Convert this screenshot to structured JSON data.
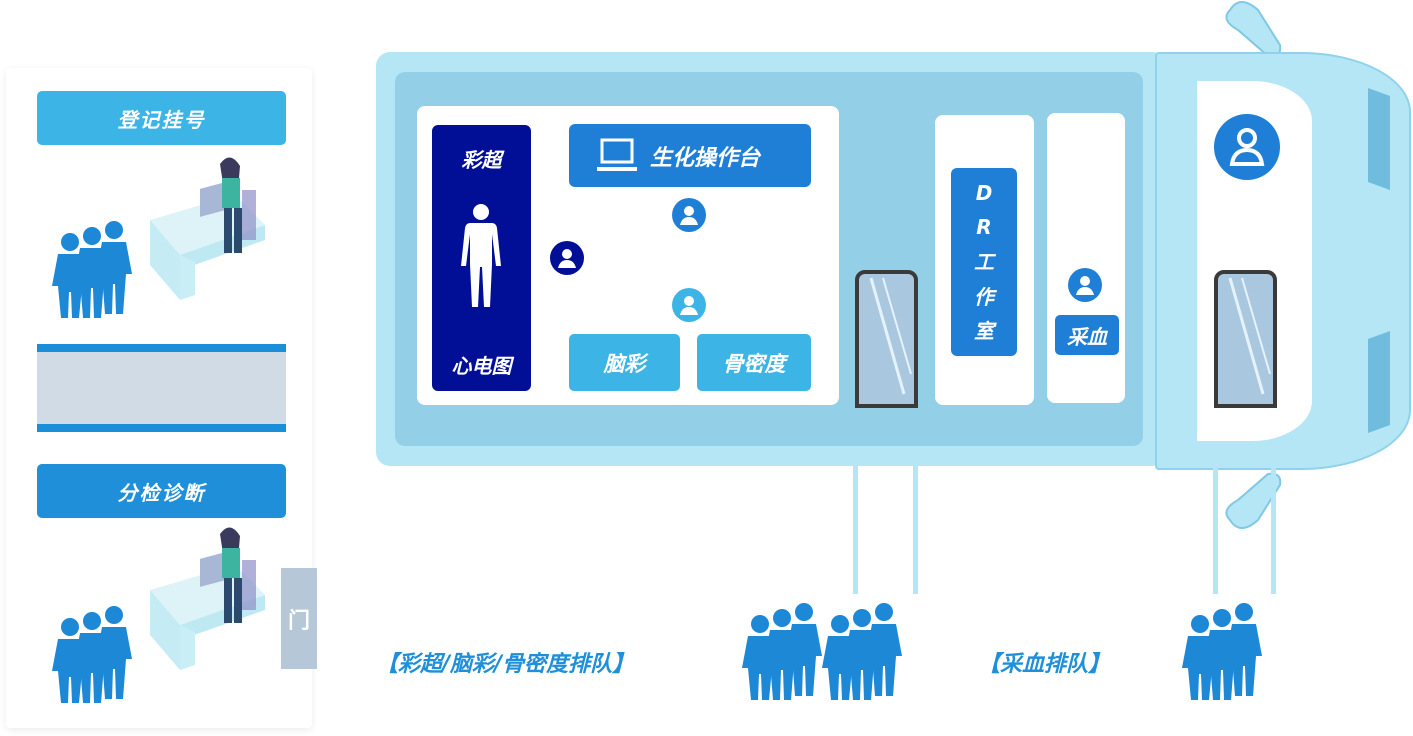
{
  "left_panel": {
    "register": "登记挂号",
    "diagnosis": "分检诊断",
    "door": "门"
  },
  "vehicle": {
    "ultrasound": "彩超",
    "ecg": "心电图",
    "biochem": "生化操作台",
    "tcd": "脑彩",
    "bone_density": "骨密度",
    "dr_room": [
      "D",
      "R",
      "工",
      "作",
      "室"
    ],
    "blood": "采血"
  },
  "queues": {
    "ultrasound_queue": "【彩超/脑彩/骨密度排队】",
    "blood_queue": "【采血排队】"
  },
  "colors": {
    "light_blue": "#3cb4e6",
    "mid_blue": "#1f7fd6",
    "dark_navy": "#000f96",
    "bus_body": "#b5e6f5",
    "bus_inner": "#94cfe8",
    "people": "#1d88d6"
  }
}
